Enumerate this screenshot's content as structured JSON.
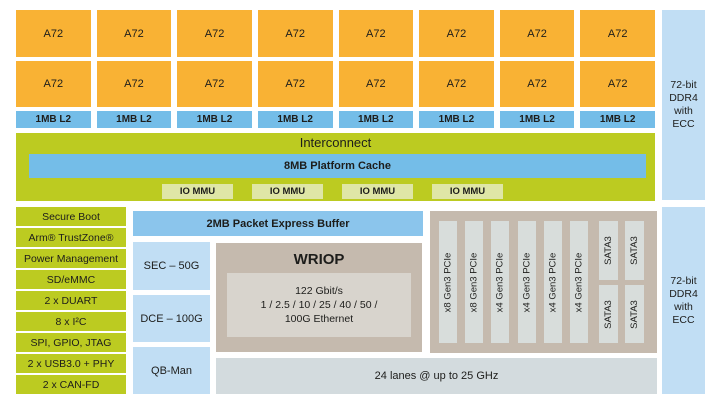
{
  "colors": {
    "orange": "#F9B234",
    "blue_mid": "#74BDE8",
    "blue_packet": "#8BC5EC",
    "blue_light": "#C1DEF4",
    "green": "#BCCB21",
    "green_light": "#DFE6A6",
    "tan": "#C5BAAE",
    "gray_warm": "#D8D4CD",
    "gray_cool": "#D8DDDB",
    "gray_bar": "#D3DBDE",
    "text": "#1D1D1B"
  },
  "cpu": {
    "core_label": "A72",
    "core_count": 16,
    "l2_label": "1MB L2",
    "l2_count": 8
  },
  "interconnect": {
    "title": "Interconnect",
    "cache_label": "8MB Platform Cache",
    "iommu_label": "IO MMU",
    "iommu_count": 4
  },
  "left_peripherals": [
    "Secure Boot",
    "Arm® TrustZone®",
    "Power Management",
    "SD/eMMC",
    "2 x DUART",
    "8 x I²C",
    "SPI, GPIO, JTAG",
    "2 x USB3.0 + PHY",
    "2 x CAN-FD"
  ],
  "accelerators": {
    "packet_buffer": "2MB Packet Express Buffer",
    "sec": "SEC – 50G",
    "dce": "DCE – 100G",
    "qbman": "QB-Man"
  },
  "wriop": {
    "title": "WRIOP",
    "line1": "122 Gbit/s",
    "line2": "1 / 2.5 / 10 / 25 / 40 / 50 /",
    "line3": "100G Ethernet"
  },
  "serdes": {
    "pcie_lanes": [
      "x8 Gen3 PCIe",
      "x8 Gen3 PCIe",
      "x4 Gen3 PCIe",
      "x4 Gen3 PCIe",
      "x4 Gen3 PCIe",
      "x4 Gen3 PCIe"
    ],
    "sata_labels": [
      "SATA3",
      "SATA3",
      "SATA3",
      "SATA3"
    ],
    "summary": "24 lanes @ up to 25 GHz"
  },
  "memory": {
    "ddr_top": "72-bit DDR4 with ECC",
    "ddr_bottom": "72-bit DDR4 with ECC"
  }
}
